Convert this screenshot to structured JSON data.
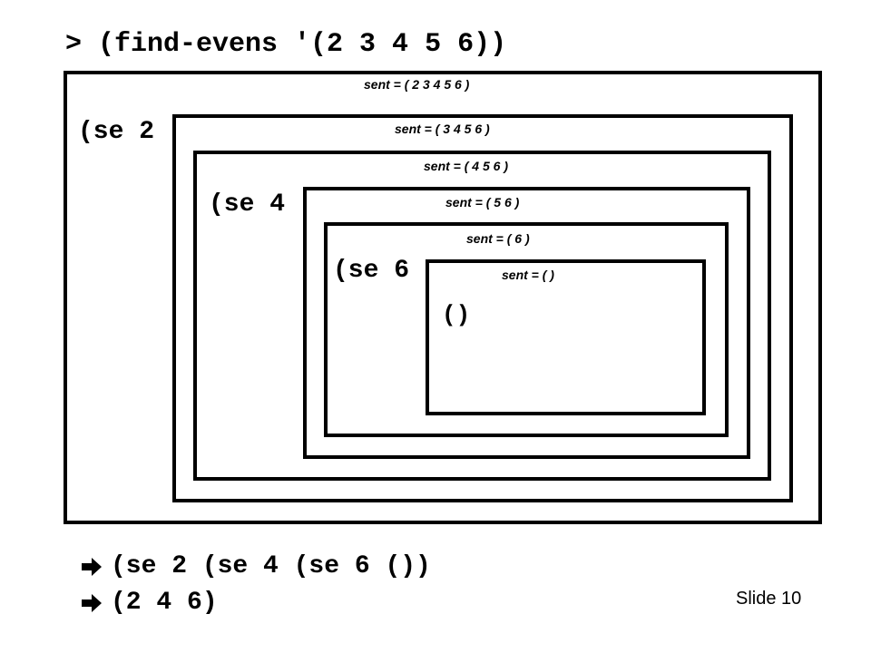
{
  "header": {
    "title": "> (find-evens '(2 3 4 5 6))"
  },
  "frames": [
    {
      "sent_label": "sent = ( 2 3 4 5 6 )",
      "call_label": "(se 2"
    },
    {
      "sent_label": "sent = ( 3 4 5 6 )"
    },
    {
      "sent_label": "sent = ( 4 5 6 )",
      "call_label": "(se 4"
    },
    {
      "sent_label": "sent = ( 5 6 )"
    },
    {
      "sent_label": "sent = ( 6 )",
      "call_label": "(se 6"
    },
    {
      "sent_label": "sent = ( )",
      "call_label": "()"
    }
  ],
  "results": [
    {
      "icon": "right-arrow-icon",
      "text": "(se 2 (se 4 (se 6 ())"
    },
    {
      "icon": "right-arrow-icon",
      "text": "(2 4 6)"
    }
  ],
  "footer": {
    "slide_label": "Slide 10"
  },
  "colors": {
    "ink": "#000000",
    "background": "#ffffff"
  }
}
